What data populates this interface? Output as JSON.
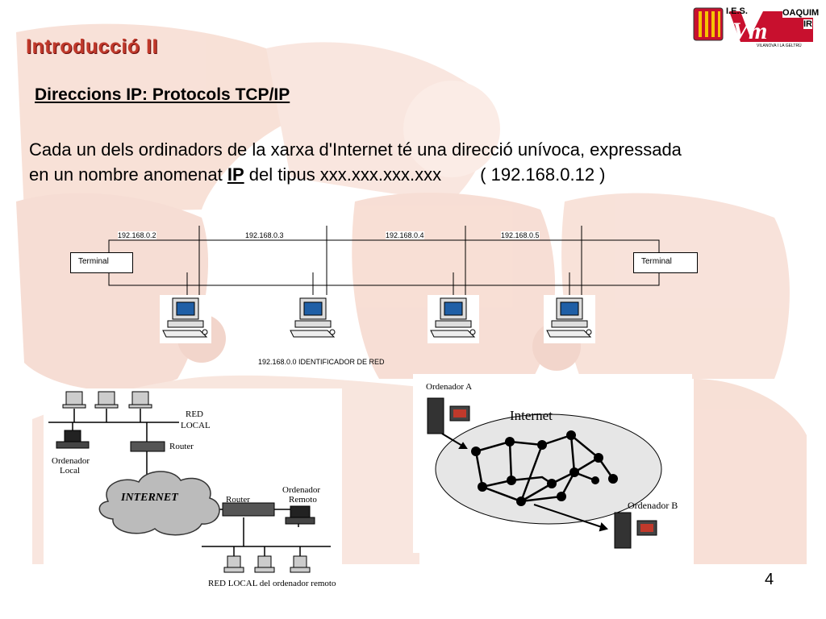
{
  "slide": {
    "title": "Introducció II",
    "subtitle": "Direccions IP: Protocols TCP/IP",
    "body_line1": "Cada un dels ordinadors de la xarxa d'Internet té una direcció unívoca, expressada",
    "body_line2_start": "en un nombre anomenat ",
    "body_ip": "IP",
    "body_line2_mid": " del tipus  xxx.xxx.xxx.xxx",
    "body_example": "( 192.168.0.12 )",
    "page_number": "4"
  },
  "logo": {
    "top_text": "I.E.S.",
    "name_part1": "OAQUIM",
    "name_part2": "IR",
    "monogram": "Vm",
    "location": "VILANOVA I LA GELTRÚ"
  },
  "network": {
    "ips": [
      "192.168.0.2",
      "192.168.0.3",
      "192.168.0.4",
      "192.168.0.5"
    ],
    "terminal_left": "Terminal",
    "terminal_right": "Terminal",
    "network_id": "192.168.0.0  IDENTIFICADOR DE RED"
  },
  "internet_diagram": {
    "red_local": "RED",
    "red_local_2": "LOCAL",
    "router_1": "Router",
    "ordenador_local_1": "Ordenador",
    "ordenador_local_2": "Local",
    "internet": "INTERNET",
    "router_2": "Router",
    "ordenador_remoto_1": "Ordenador",
    "ordenador_remoto_2": "Remoto",
    "red_local_remoto": "RED LOCAL del ordenador remoto"
  },
  "routing_diagram": {
    "ordenador_a": "Ordenador  A",
    "internet": "Internet",
    "ordenador_b": "Ordenador B"
  },
  "colors": {
    "title": "#c0392b",
    "background_tint": "#f4d6c8",
    "logo_red": "#c8102e",
    "screen_blue": "#1f5fa6"
  },
  "icons": [
    "computer-icon",
    "router-icon",
    "cloud-icon",
    "server-icon"
  ]
}
